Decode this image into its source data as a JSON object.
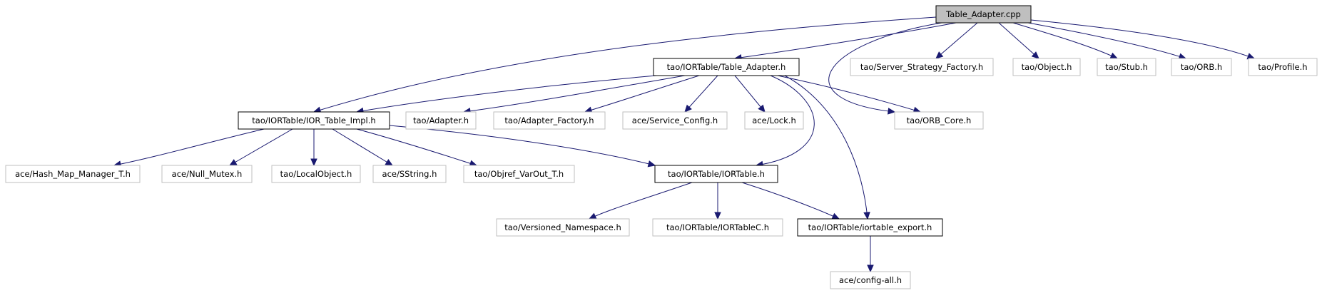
{
  "diagram": {
    "type": "include-dependency-graph",
    "colors": {
      "edge": "#191970",
      "root_fill": "#bfbfbf",
      "documented_border": "#000000",
      "undocumented_border": "#bfbfbf"
    },
    "nodes": [
      {
        "id": "table_adapter_cpp",
        "label": "Table_Adapter.cpp",
        "kind": "root"
      },
      {
        "id": "iortable_table_adapter_h",
        "label": "tao/IORTable/Table_Adapter.h",
        "kind": "documented"
      },
      {
        "id": "server_strategy_factory_h",
        "label": "tao/Server_Strategy_Factory.h",
        "kind": "external"
      },
      {
        "id": "object_h",
        "label": "tao/Object.h",
        "kind": "external"
      },
      {
        "id": "stub_h",
        "label": "tao/Stub.h",
        "kind": "external"
      },
      {
        "id": "orb_h",
        "label": "tao/ORB.h",
        "kind": "external"
      },
      {
        "id": "profile_h",
        "label": "tao/Profile.h",
        "kind": "external"
      },
      {
        "id": "ior_table_impl_h",
        "label": "tao/IORTable/IOR_Table_Impl.h",
        "kind": "documented"
      },
      {
        "id": "adapter_h",
        "label": "tao/Adapter.h",
        "kind": "external"
      },
      {
        "id": "adapter_factory_h",
        "label": "tao/Adapter_Factory.h",
        "kind": "external"
      },
      {
        "id": "service_config_h",
        "label": "ace/Service_Config.h",
        "kind": "external"
      },
      {
        "id": "lock_h",
        "label": "ace/Lock.h",
        "kind": "external"
      },
      {
        "id": "orb_core_h",
        "label": "tao/ORB_Core.h",
        "kind": "external"
      },
      {
        "id": "hash_map_manager_t_h",
        "label": "ace/Hash_Map_Manager_T.h",
        "kind": "external"
      },
      {
        "id": "null_mutex_h",
        "label": "ace/Null_Mutex.h",
        "kind": "external"
      },
      {
        "id": "localobject_h",
        "label": "tao/LocalObject.h",
        "kind": "external"
      },
      {
        "id": "sstring_h",
        "label": "ace/SString.h",
        "kind": "external"
      },
      {
        "id": "objref_varout_t_h",
        "label": "tao/Objref_VarOut_T.h",
        "kind": "external"
      },
      {
        "id": "iortable_h",
        "label": "tao/IORTable/IORTable.h",
        "kind": "documented"
      },
      {
        "id": "versioned_namespace_h",
        "label": "tao/Versioned_Namespace.h",
        "kind": "external"
      },
      {
        "id": "iortablec_h",
        "label": "tao/IORTable/IORTableC.h",
        "kind": "external"
      },
      {
        "id": "iortable_export_h",
        "label": "tao/IORTable/iortable_export.h",
        "kind": "documented"
      },
      {
        "id": "config_all_h",
        "label": "ace/config-all.h",
        "kind": "external"
      }
    ],
    "edges": [
      {
        "from": "table_adapter_cpp",
        "to": "iortable_table_adapter_h"
      },
      {
        "from": "table_adapter_cpp",
        "to": "ior_table_impl_h"
      },
      {
        "from": "table_adapter_cpp",
        "to": "server_strategy_factory_h"
      },
      {
        "from": "table_adapter_cpp",
        "to": "object_h"
      },
      {
        "from": "table_adapter_cpp",
        "to": "stub_h"
      },
      {
        "from": "table_adapter_cpp",
        "to": "orb_h"
      },
      {
        "from": "table_adapter_cpp",
        "to": "profile_h"
      },
      {
        "from": "table_adapter_cpp",
        "to": "orb_core_h"
      },
      {
        "from": "iortable_table_adapter_h",
        "to": "ior_table_impl_h"
      },
      {
        "from": "iortable_table_adapter_h",
        "to": "adapter_h"
      },
      {
        "from": "iortable_table_adapter_h",
        "to": "adapter_factory_h"
      },
      {
        "from": "iortable_table_adapter_h",
        "to": "service_config_h"
      },
      {
        "from": "iortable_table_adapter_h",
        "to": "lock_h"
      },
      {
        "from": "iortable_table_adapter_h",
        "to": "orb_core_h"
      },
      {
        "from": "iortable_table_adapter_h",
        "to": "iortable_h"
      },
      {
        "from": "iortable_table_adapter_h",
        "to": "iortable_export_h"
      },
      {
        "from": "ior_table_impl_h",
        "to": "hash_map_manager_t_h"
      },
      {
        "from": "ior_table_impl_h",
        "to": "null_mutex_h"
      },
      {
        "from": "ior_table_impl_h",
        "to": "localobject_h"
      },
      {
        "from": "ior_table_impl_h",
        "to": "sstring_h"
      },
      {
        "from": "ior_table_impl_h",
        "to": "objref_varout_t_h"
      },
      {
        "from": "ior_table_impl_h",
        "to": "iortable_h"
      },
      {
        "from": "iortable_h",
        "to": "versioned_namespace_h"
      },
      {
        "from": "iortable_h",
        "to": "iortablec_h"
      },
      {
        "from": "iortable_h",
        "to": "iortable_export_h"
      },
      {
        "from": "iortable_export_h",
        "to": "config_all_h"
      }
    ]
  }
}
